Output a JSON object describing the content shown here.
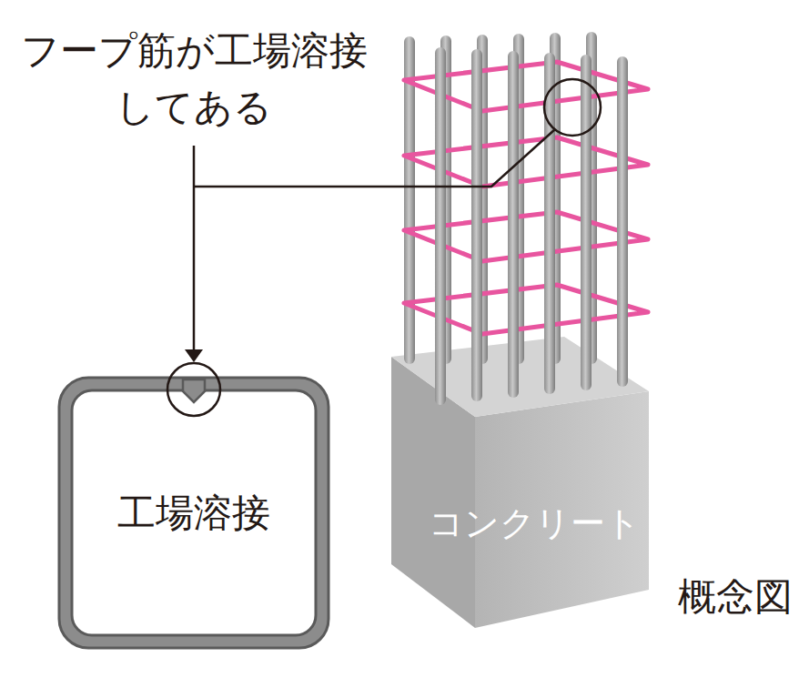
{
  "diagram": {
    "nodes": [
      {
        "text": [
          "工場溶接"
        ]
      },
      {
        "text": [
          "コンクリート"
        ]
      }
    ],
    "labels": [
      "フープ筋が工場溶接 してある",
      "概念図"
    ]
  }
}
